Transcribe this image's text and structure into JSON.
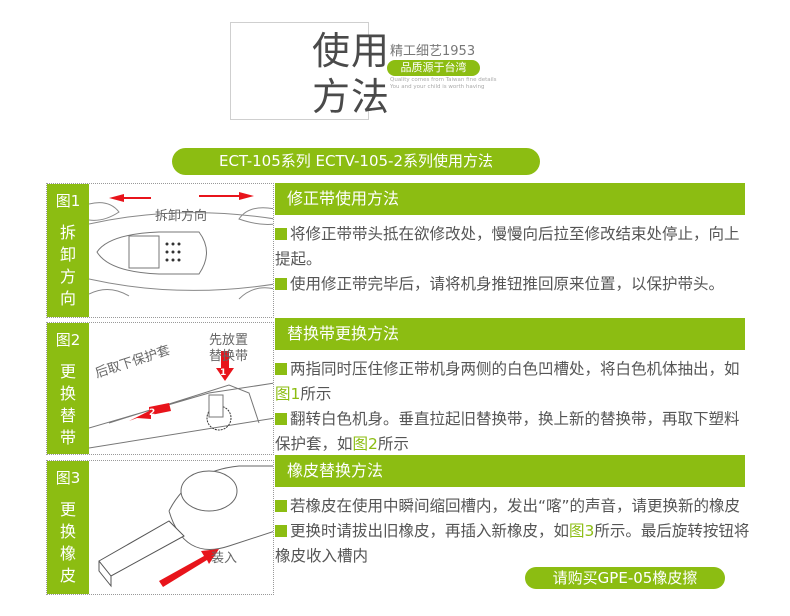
{
  "header": {
    "title_line1": "使用",
    "title_line2": "方法",
    "tagline": "精工细艺1953",
    "badge": "品质源于台湾",
    "english1": "Quality comes from Taiwan fine details",
    "english2": "You and your child is worth having"
  },
  "banner": "ECT-105系列 ECTV-105-2系列使用方法",
  "figures": [
    {
      "num": "图1",
      "title": "拆卸方向",
      "labels": [
        "拆卸方向"
      ]
    },
    {
      "num": "图2",
      "title": "更换替带",
      "labels": [
        "先放置",
        "替换带",
        "后取下保护套",
        "1",
        "2"
      ]
    },
    {
      "num": "图3",
      "title": "更换橡皮",
      "labels": [
        "装入"
      ]
    }
  ],
  "sections": [
    {
      "title": "修正带使用方法",
      "paras": [
        {
          "text": "将修正带带头抵在欲修改处，慢慢向后拉至修改结束处停止，向上提起。"
        },
        {
          "text": "使用修正带完毕后，请将机身推钮推回原来位置，以保护带头。"
        }
      ]
    },
    {
      "title": "替换带更换方法",
      "paras": [
        {
          "pre": "两指同时压住修正带机身两侧的白色凹槽处，将白色机体抽出，如",
          "link": "图1",
          "post": "所示"
        },
        {
          "pre": "翻转白色机身。垂直拉起旧替换带，换上新的替换带，再取下塑料保护套，如",
          "link": "图2",
          "post": "所示"
        }
      ]
    },
    {
      "title": "橡皮替换方法",
      "paras": [
        {
          "text": "若橡皮在使用中瞬间缩回槽内，发出“喀”的声音，请更换新的橡皮"
        },
        {
          "pre": "更换时请拔出旧橡皮，再插入新橡皮，如",
          "link": "图3",
          "post": "所示。最后旋转按钮将橡皮收入槽内"
        }
      ]
    }
  ],
  "buy_button": "请购买GPE-05橡皮擦",
  "colors": {
    "accent": "#8cbd12",
    "arrow": "#e8141b"
  }
}
